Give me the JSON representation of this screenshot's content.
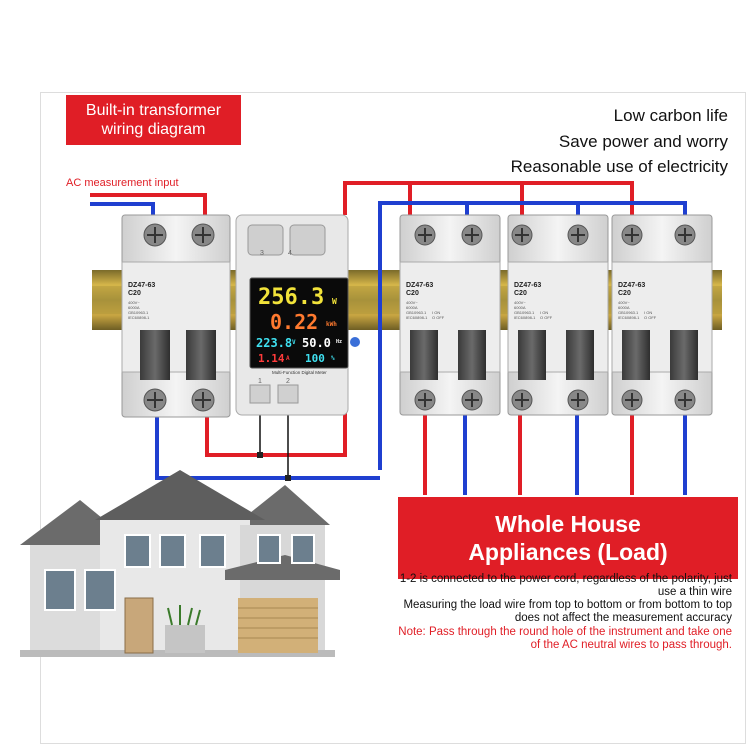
{
  "title_box": {
    "line1": "Built-in transformer",
    "line2": "wiring diagram"
  },
  "taglines": [
    "Low carbon life",
    "Save power and worry",
    "Reasonable use of electricity"
  ],
  "ac_input_label": "AC measurement input",
  "meter": {
    "power": "256.3",
    "power_unit": "W",
    "energy": "0.22",
    "energy_unit": "kWh",
    "voltage": "223.8",
    "voltage_unit": "V",
    "frequency": "50.0",
    "frequency_unit": "Hz",
    "current": "1.14",
    "current_unit": "A",
    "power_factor": "100",
    "power_factor_unit": "%",
    "caption": "Multi-Function Digital Meter",
    "top_terminals": [
      "3",
      "4"
    ],
    "bottom_terminals": [
      "1",
      "2"
    ]
  },
  "breaker": {
    "model": "DZ47-63",
    "rating": "C20",
    "specs": [
      "400V~",
      "6000A",
      "GB10963.1",
      "IEC60898-1"
    ],
    "on_label": "I ON",
    "off_label": "O OFF"
  },
  "load_box": {
    "line1": "Whole House",
    "line2": "Appliances (Load)"
  },
  "notes": {
    "line1": "1-2 is connected to the power cord, regardless of the polarity, just",
    "line2": "use a thin wire",
    "line3": "Measuring the load wire from top to bottom or from bottom to top",
    "line4": "does not affect the measurement accuracy",
    "line5": "Note: Pass through the round hole of the instrument and take one",
    "line6": "of the AC neutral wires to pass through."
  },
  "colors": {
    "red_wire": "#e01e26",
    "blue_wire": "#1f3fd0",
    "rail": "#b8952a",
    "lcd_yellow": "#f2e33a",
    "lcd_orange": "#ff7a2f",
    "lcd_cyan": "#3fe0f0",
    "lcd_white": "#ffffff",
    "lcd_red": "#ff3b3b"
  }
}
